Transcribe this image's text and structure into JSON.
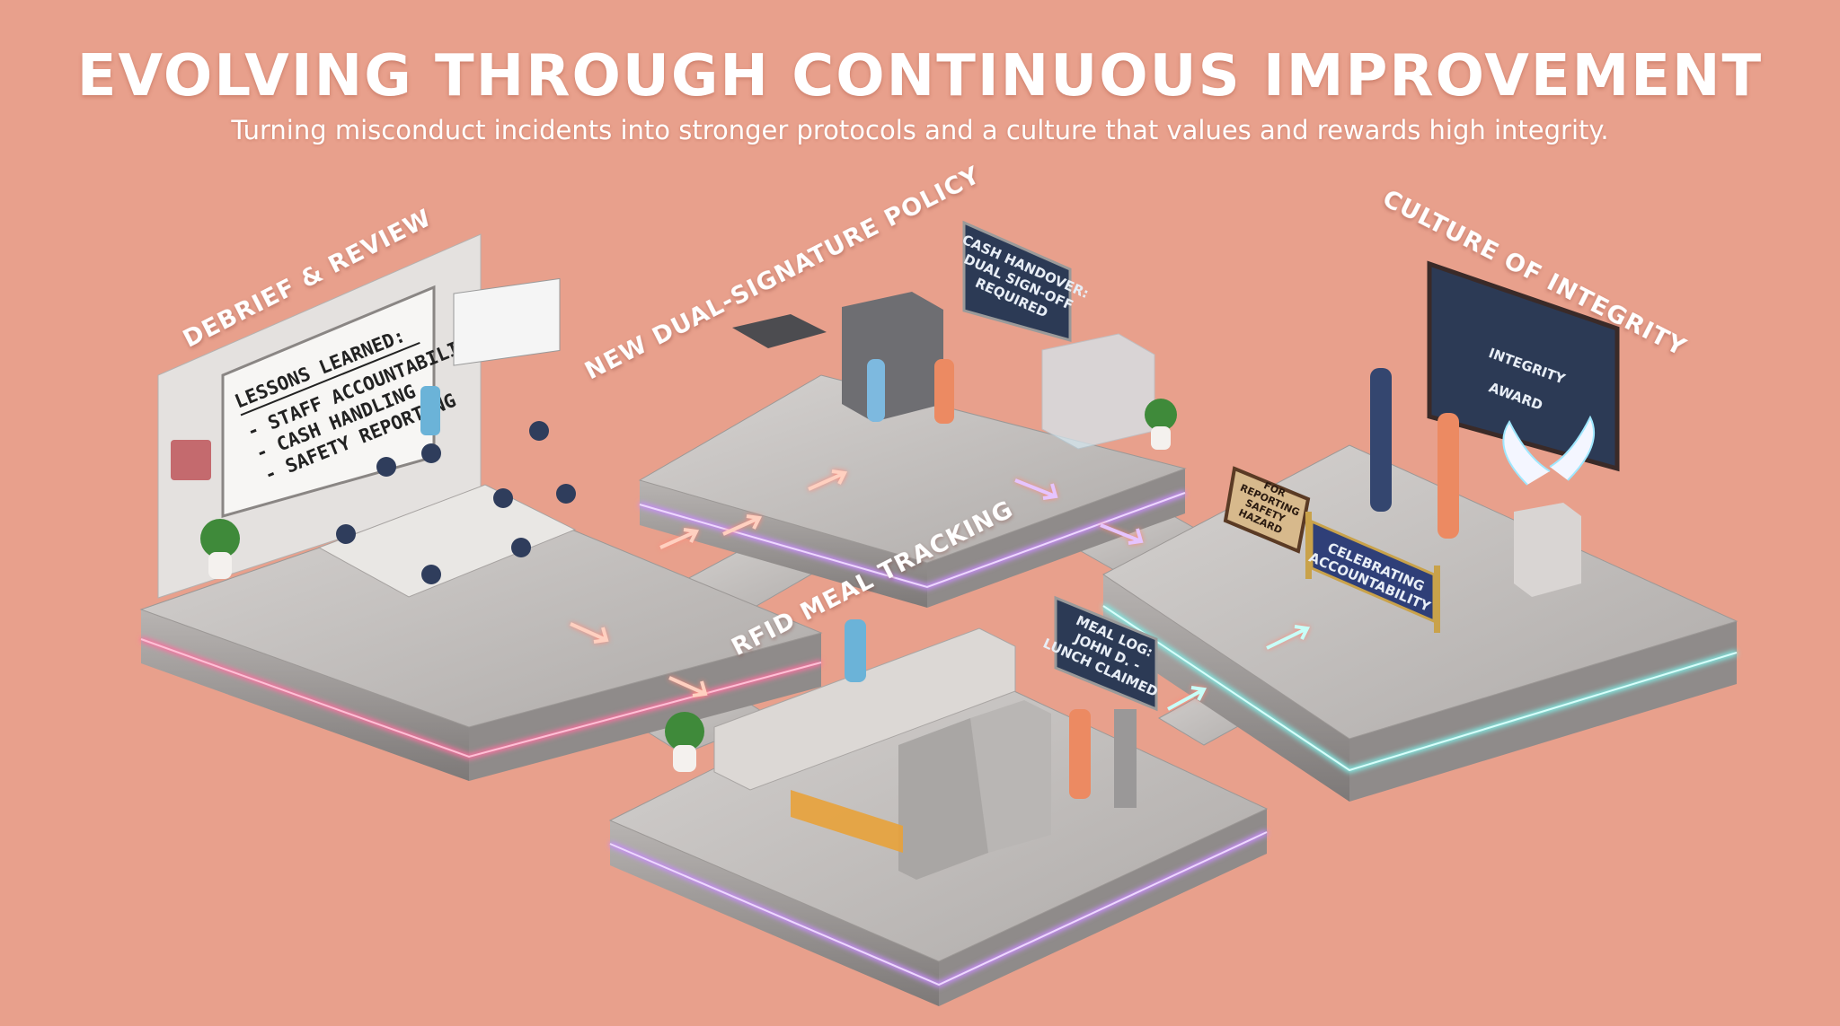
{
  "header": {
    "title": "EVOLVING THROUGH CONTINUOUS IMPROVEMENT",
    "subtitle": "Turning misconduct incidents into stronger protocols and a culture that values and rewards high integrity."
  },
  "stages": [
    {
      "label": "DEBRIEF & REVIEW",
      "whiteboard": {
        "heading": "LESSONS LEARNED:",
        "items": [
          "- STAFF ACCOUNTABILITY",
          "- CASH HANDLING",
          "- SAFETY REPORTING"
        ]
      },
      "neon_color": "#ff6fa0"
    },
    {
      "label": "NEW DUAL-SIGNATURE POLICY",
      "screen_lines": [
        "CASH HANDOVER:",
        "DUAL SIGN-OFF",
        "REQUIRED"
      ],
      "neon_color": "#c98bff"
    },
    {
      "label": "RFID MEAL TRACKING",
      "screen_lines": [
        "MEAL LOG:",
        "JOHN D. -",
        "LUNCH CLAIMED"
      ],
      "neon_color": "#c98bff"
    },
    {
      "label": "CULTURE OF INTEGRITY",
      "screen_lines": [
        "INTEGRITY",
        "AWARD"
      ],
      "sign_lines": [
        "FOR",
        "REPORTING",
        "SAFETY",
        "HAZARD"
      ],
      "banner_lines": [
        "CELEBRATING",
        "ACCOUNTABILITY"
      ],
      "neon_color": "#7ff0e8"
    }
  ],
  "colors": {
    "background": "#e8a08c",
    "platform": "#c4c1bf",
    "screen": "#2c3a55"
  }
}
